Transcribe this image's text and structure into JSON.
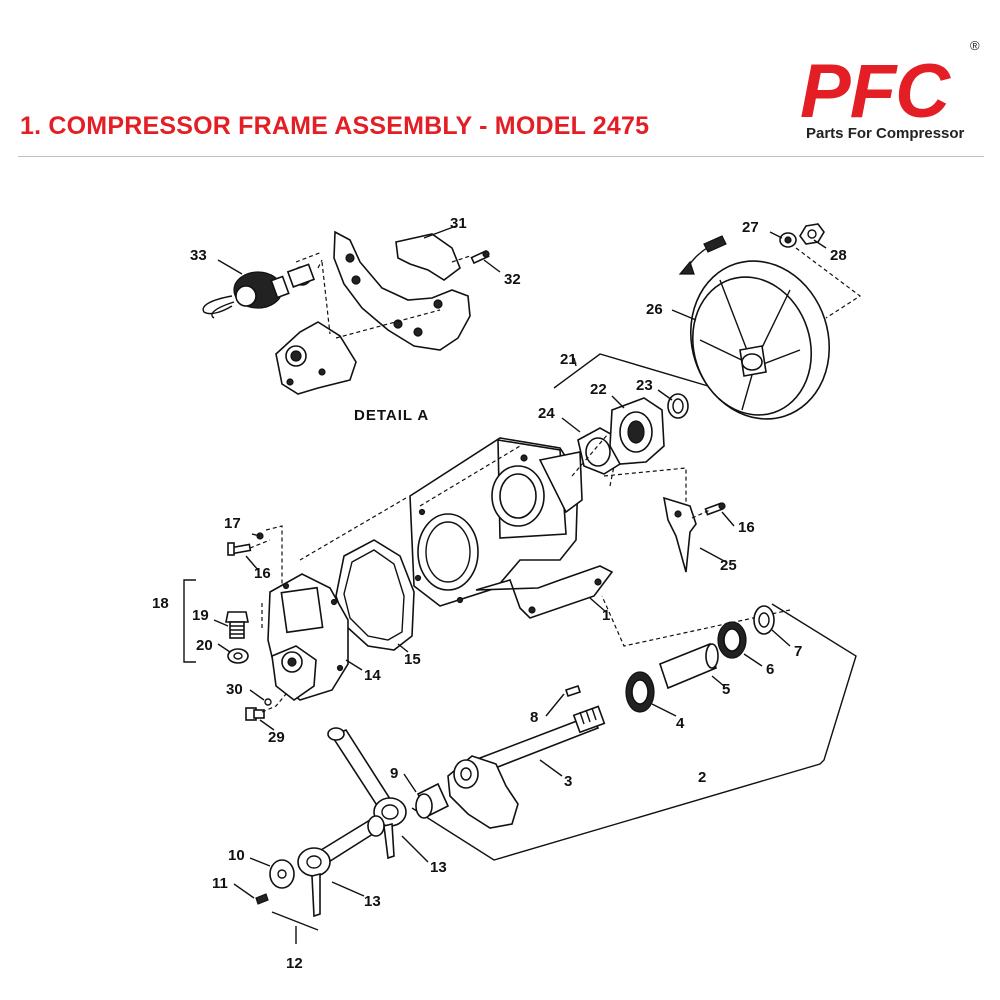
{
  "header": {
    "title": "1. COMPRESSOR FRAME ASSEMBLY - MODEL 2475"
  },
  "logo": {
    "brand": "PFC",
    "registered_mark": "®",
    "tagline": "Parts For Compressor",
    "brand_color": "#e31e24"
  },
  "diagram": {
    "detail_label": "DETAIL A",
    "callouts": {
      "c1": "1",
      "c2": "2",
      "c3": "3",
      "c4": "4",
      "c5": "5",
      "c6": "6",
      "c7": "7",
      "c8": "8",
      "c9": "9",
      "c10": "10",
      "c11": "11",
      "c12": "12",
      "c13a": "13",
      "c13b": "13",
      "c14": "14",
      "c15": "15",
      "c16a": "16",
      "c16b": "16",
      "c17": "17",
      "c18": "18",
      "c19": "19",
      "c20": "20",
      "c21": "21",
      "c22": "22",
      "c23": "23",
      "c24": "24",
      "c25": "25",
      "c26": "26",
      "c27": "27",
      "c28": "28",
      "c29": "29",
      "c30": "30",
      "c31": "31",
      "c32": "32",
      "c33": "33"
    }
  }
}
